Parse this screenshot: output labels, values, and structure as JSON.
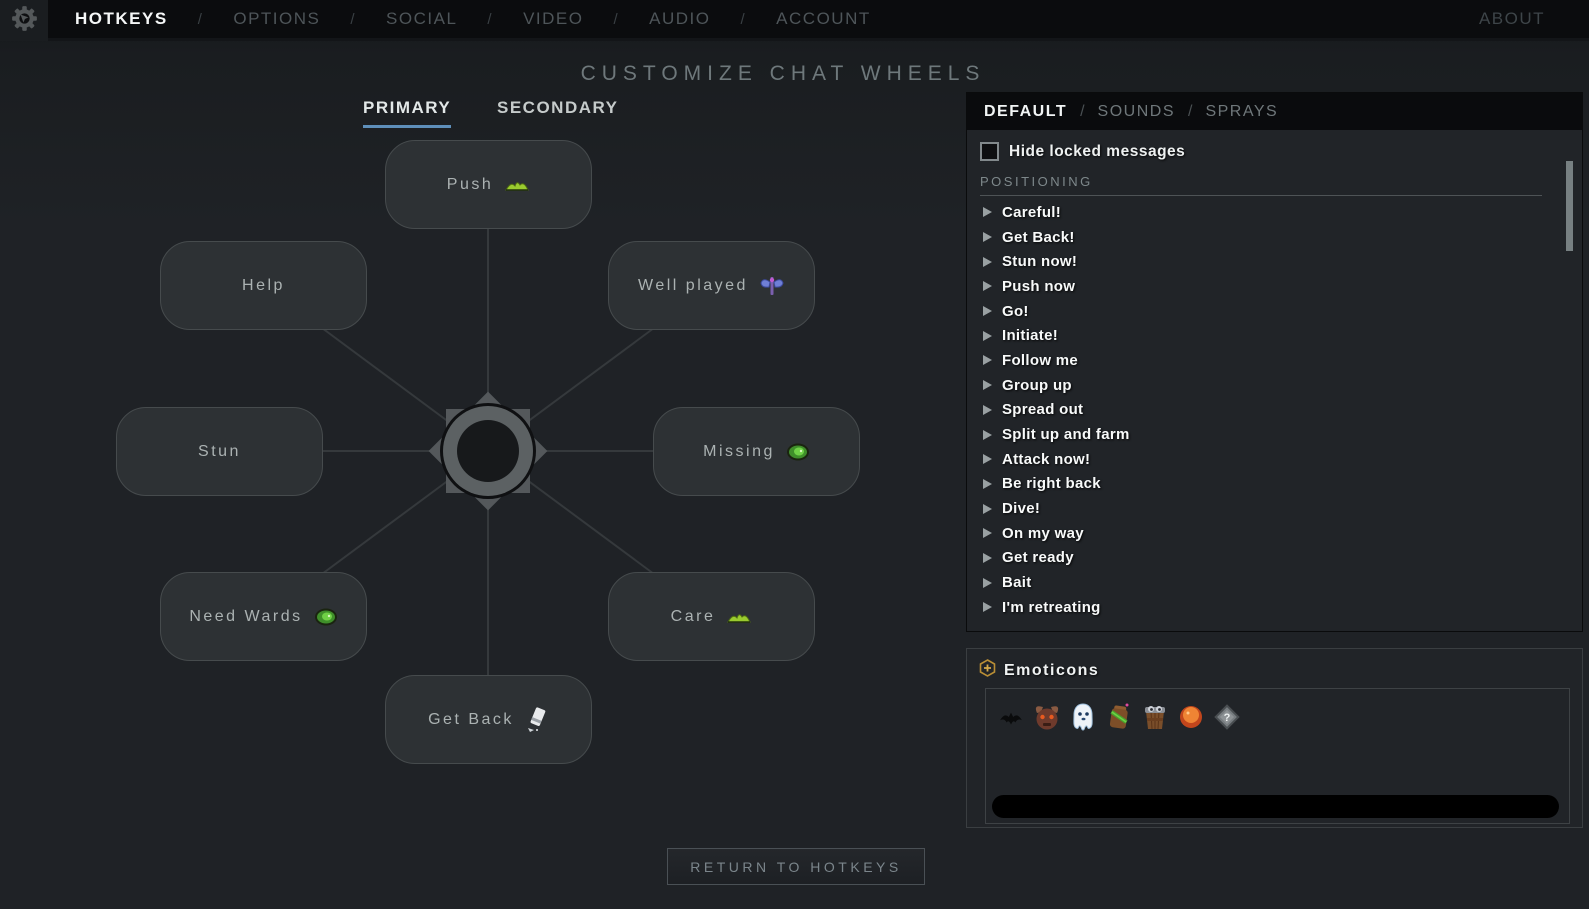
{
  "nav": {
    "items": [
      {
        "label": "HOTKEYS",
        "active": true
      },
      {
        "label": "OPTIONS",
        "active": false
      },
      {
        "label": "SOCIAL",
        "active": false
      },
      {
        "label": "VIDEO",
        "active": false
      },
      {
        "label": "AUDIO",
        "active": false
      },
      {
        "label": "ACCOUNT",
        "active": false
      }
    ],
    "separator": "/",
    "about_label": "ABOUT",
    "gear_icon": "gear-icon"
  },
  "page": {
    "title": "CUSTOMIZE CHAT WHEELS"
  },
  "tabs": {
    "primary": "PRIMARY",
    "secondary": "SECONDARY"
  },
  "wheel": {
    "slots": [
      {
        "label": "Push",
        "icon": "creep-emoticon-icon"
      },
      {
        "label": "Help",
        "icon": null
      },
      {
        "label": "Well played",
        "icon": "axe-emoticon-icon"
      },
      {
        "label": "Stun",
        "icon": null
      },
      {
        "label": "Missing",
        "icon": "ward-emoticon-icon"
      },
      {
        "label": "Need Wards",
        "icon": "ward-emoticon-icon"
      },
      {
        "label": "Care",
        "icon": "creep-emoticon-icon"
      },
      {
        "label": "Get Back",
        "icon": "tp-scroll-emoticon-icon"
      }
    ],
    "center_icon": "wheel-center-hub"
  },
  "panel": {
    "tabs": [
      {
        "label": "DEFAULT",
        "active": true
      },
      {
        "label": "SOUNDS",
        "active": false
      },
      {
        "label": "SPRAYS",
        "active": false
      }
    ],
    "separator": "/",
    "hide_locked_label": "Hide locked messages",
    "hide_locked_checked": false,
    "section_title": "POSITIONING",
    "messages": [
      "Careful!",
      "Get Back!",
      "Stun now!",
      "Push now",
      "Go!",
      "Initiate!",
      "Follow me",
      "Group up",
      "Spread out",
      "Split up and farm",
      "Attack now!",
      "Be right back",
      "Dive!",
      "On my way",
      "Get ready",
      "Bait",
      "I'm retreating"
    ]
  },
  "emoticons": {
    "title": "Emoticons",
    "header_icon": "gold-hex-plus-icon",
    "items": [
      "bat-emoticon-icon",
      "demon-emoticon-icon",
      "ghost-emoticon-icon",
      "candy-bag-emoticon-icon",
      "bucket-emoticon-icon",
      "ember-emoticon-icon",
      "unknown-emoticon-icon"
    ],
    "unknown_glyph": "?"
  },
  "footer": {
    "return_button": "RETURN TO HOTKEYS"
  },
  "colors": {
    "navbar_bg": "#0b0c0e",
    "stage_bg": "#1f2226",
    "active_text": "#f5f7f7",
    "idle_text": "#4e5559",
    "tab_underline": "#5e8fba",
    "slot_bg": "#2d3134",
    "slot_border": "#464b4d",
    "panel_bg": "#212428",
    "gold_accent": "#c49a3f",
    "ward_green": "#3f8f2a",
    "creep_green": "#9acb2f",
    "scrollbar_black": "#000000"
  }
}
